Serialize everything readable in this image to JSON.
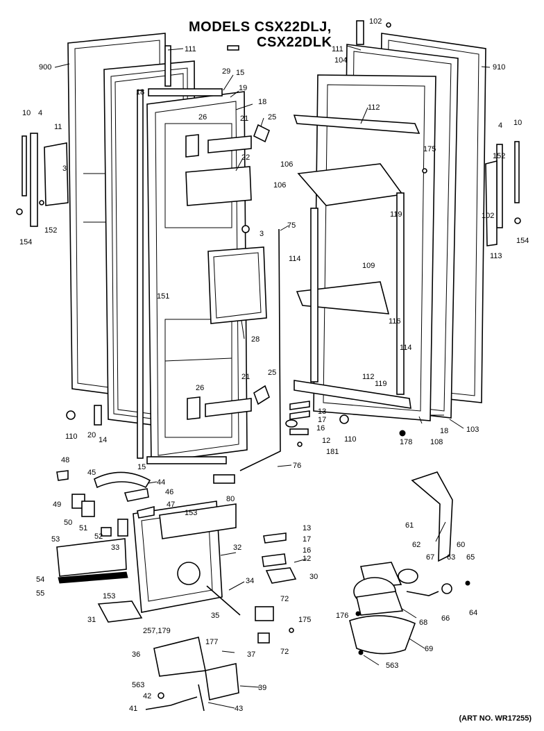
{
  "header": {
    "title_line1": "MODELS CSX22DLJ,",
    "title_line2": "CSX22DLK"
  },
  "footer": {
    "art_number": "(ART NO. WR17255)"
  },
  "callouts": [
    {
      "id": "c900",
      "text": "900"
    },
    {
      "id": "c10a",
      "text": "10"
    },
    {
      "id": "c4a",
      "text": "4"
    },
    {
      "id": "c11a",
      "text": "11"
    },
    {
      "id": "c3a",
      "text": "3"
    },
    {
      "id": "c154a",
      "text": "154"
    },
    {
      "id": "c152a",
      "text": "152"
    },
    {
      "id": "c111a",
      "text": "111"
    },
    {
      "id": "c29",
      "text": "29"
    },
    {
      "id": "c15a",
      "text": "15"
    },
    {
      "id": "c19",
      "text": "19"
    },
    {
      "id": "c18a",
      "text": "18"
    },
    {
      "id": "c18b",
      "text": "18"
    },
    {
      "id": "c26a",
      "text": "26"
    },
    {
      "id": "c21a",
      "text": "21"
    },
    {
      "id": "c25a",
      "text": "25"
    },
    {
      "id": "c22",
      "text": "22"
    },
    {
      "id": "c3b",
      "text": "3"
    },
    {
      "id": "c75",
      "text": "75"
    },
    {
      "id": "c151",
      "text": "151"
    },
    {
      "id": "c28",
      "text": "28"
    },
    {
      "id": "c26b",
      "text": "26"
    },
    {
      "id": "c21b",
      "text": "21"
    },
    {
      "id": "c25b",
      "text": "25"
    },
    {
      "id": "c110a",
      "text": "110"
    },
    {
      "id": "c20",
      "text": "20"
    },
    {
      "id": "c14",
      "text": "14"
    },
    {
      "id": "c15b",
      "text": "15"
    },
    {
      "id": "c76",
      "text": "76"
    },
    {
      "id": "c102a",
      "text": "102"
    },
    {
      "id": "c111b",
      "text": "111"
    },
    {
      "id": "c104",
      "text": "104"
    },
    {
      "id": "c910",
      "text": "910"
    },
    {
      "id": "c112a",
      "text": "112"
    },
    {
      "id": "c175a",
      "text": "175"
    },
    {
      "id": "c106a",
      "text": "106"
    },
    {
      "id": "c106b",
      "text": "106"
    },
    {
      "id": "c119a",
      "text": "119"
    },
    {
      "id": "c114a",
      "text": "114"
    },
    {
      "id": "c109",
      "text": "109"
    },
    {
      "id": "c116",
      "text": "116"
    },
    {
      "id": "c114b",
      "text": "114"
    },
    {
      "id": "c112b",
      "text": "112"
    },
    {
      "id": "c119b",
      "text": "119"
    },
    {
      "id": "c4b",
      "text": "4"
    },
    {
      "id": "c10b",
      "text": "10"
    },
    {
      "id": "c152b",
      "text": "152"
    },
    {
      "id": "c102b",
      "text": "102"
    },
    {
      "id": "c154b",
      "text": "154"
    },
    {
      "id": "c113a",
      "text": "113"
    },
    {
      "id": "c13a",
      "text": "13"
    },
    {
      "id": "c17a",
      "text": "17"
    },
    {
      "id": "c16a",
      "text": "16"
    },
    {
      "id": "c12a",
      "text": "12"
    },
    {
      "id": "c181",
      "text": "181"
    },
    {
      "id": "c110b",
      "text": "110"
    },
    {
      "id": "c178",
      "text": "178"
    },
    {
      "id": "c108",
      "text": "108"
    },
    {
      "id": "c18c",
      "text": "18"
    },
    {
      "id": "c103",
      "text": "103"
    },
    {
      "id": "c48",
      "text": "48"
    },
    {
      "id": "c45",
      "text": "45"
    },
    {
      "id": "c44",
      "text": "44"
    },
    {
      "id": "c80",
      "text": "80"
    },
    {
      "id": "c49",
      "text": "49"
    },
    {
      "id": "c46",
      "text": "46"
    },
    {
      "id": "c50",
      "text": "50"
    },
    {
      "id": "c47",
      "text": "47"
    },
    {
      "id": "c153a",
      "text": "153"
    },
    {
      "id": "c51",
      "text": "51"
    },
    {
      "id": "c52",
      "text": "52"
    },
    {
      "id": "c53",
      "text": "53"
    },
    {
      "id": "c33",
      "text": "33"
    },
    {
      "id": "c32",
      "text": "32"
    },
    {
      "id": "c13b",
      "text": "13"
    },
    {
      "id": "c17b",
      "text": "17"
    },
    {
      "id": "c16b",
      "text": "16"
    },
    {
      "id": "c12b",
      "text": "12"
    },
    {
      "id": "c30",
      "text": "30"
    },
    {
      "id": "c54",
      "text": "54"
    },
    {
      "id": "c55",
      "text": "55"
    },
    {
      "id": "c153b",
      "text": "153"
    },
    {
      "id": "c34",
      "text": "34"
    },
    {
      "id": "c35",
      "text": "35"
    },
    {
      "id": "c31",
      "text": "31"
    },
    {
      "id": "c72a",
      "text": "72"
    },
    {
      "id": "c175b",
      "text": "175"
    },
    {
      "id": "c72b",
      "text": "72"
    },
    {
      "id": "c257",
      "text": "257,179"
    },
    {
      "id": "c177",
      "text": "177"
    },
    {
      "id": "c36",
      "text": "36"
    },
    {
      "id": "c37",
      "text": "37"
    },
    {
      "id": "c563a",
      "text": "563"
    },
    {
      "id": "c39",
      "text": "39"
    },
    {
      "id": "c42",
      "text": "42"
    },
    {
      "id": "c41",
      "text": "41"
    },
    {
      "id": "c43",
      "text": "43"
    },
    {
      "id": "c61",
      "text": "61"
    },
    {
      "id": "c60",
      "text": "60"
    },
    {
      "id": "c62",
      "text": "62"
    },
    {
      "id": "c67",
      "text": "67"
    },
    {
      "id": "c63",
      "text": "63"
    },
    {
      "id": "c65",
      "text": "65"
    },
    {
      "id": "c176",
      "text": "176"
    },
    {
      "id": "c68",
      "text": "68"
    },
    {
      "id": "c66",
      "text": "66"
    },
    {
      "id": "c64",
      "text": "64"
    },
    {
      "id": "c69",
      "text": "69"
    },
    {
      "id": "c563b",
      "text": "563"
    }
  ]
}
